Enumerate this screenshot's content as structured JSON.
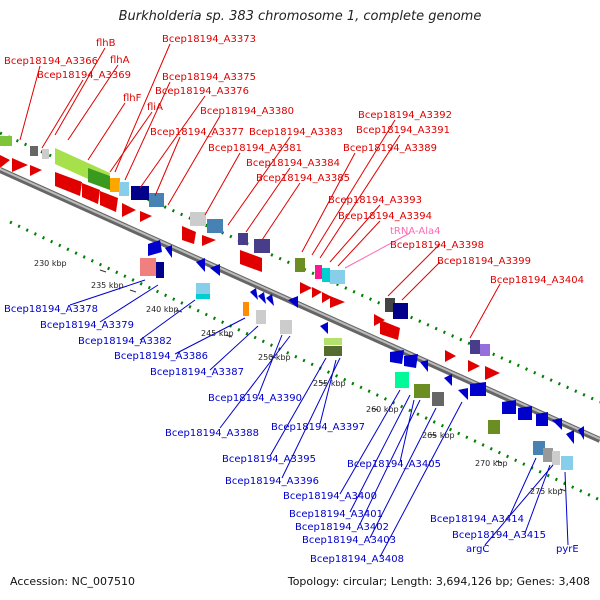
{
  "title": "Burkholderia sp. 383 chromosome 1, complete genome",
  "footer": {
    "accession": "Accession: NC_007510",
    "summary": "Topology: circular; Length: 3,694,126 bp; Genes: 3,408"
  },
  "colors": {
    "forward": "#e00000",
    "reverse": "#0000cc",
    "rna": "#ff69b4",
    "backbone": "#888888",
    "ticks": "#008000"
  },
  "ticks": [
    "230 kbp",
    "235 kbp",
    "240 kbp",
    "245 kbp",
    "250 kbp",
    "255 kbp",
    "260 kbp",
    "265 kbp",
    "270 kbp",
    "275 kbp"
  ],
  "forward_labels": [
    "Bcep18194_A3366",
    "flhB",
    "flhA",
    "Bcep18194_A3369",
    "flhF",
    "fliA",
    "Bcep18194_A3373",
    "Bcep18194_A3375",
    "Bcep18194_A3376",
    "Bcep18194_A3377",
    "Bcep18194_A3380",
    "Bcep18194_A3381",
    "Bcep18194_A3383",
    "Bcep18194_A3384",
    "Bcep18194_A3385",
    "Bcep18194_A3389",
    "Bcep18194_A3391",
    "Bcep18194_A3392",
    "Bcep18194_A3393",
    "Bcep18194_A3394",
    "tRNA-Ala4",
    "Bcep18194_A3398",
    "Bcep18194_A3399",
    "Bcep18194_A3404"
  ],
  "reverse_labels": [
    "Bcep18194_A3378",
    "Bcep18194_A3379",
    "Bcep18194_A3382",
    "Bcep18194_A3386",
    "Bcep18194_A3387",
    "Bcep18194_A3388",
    "Bcep18194_A3390",
    "Bcep18194_A3395",
    "Bcep18194_A3396",
    "Bcep18194_A3397",
    "Bcep18194_A3400",
    "Bcep18194_A3401",
    "Bcep18194_A3402",
    "Bcep18194_A3403",
    "Bcep18194_A3405",
    "Bcep18194_A3408",
    "Bcep18194_A3414",
    "Bcep18194_A3415",
    "argC",
    "pyrE"
  ]
}
